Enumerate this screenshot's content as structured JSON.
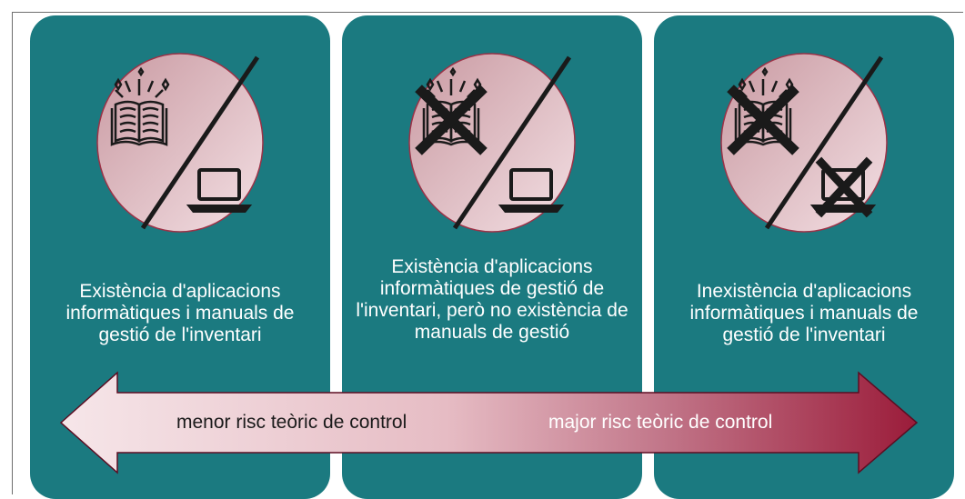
{
  "panels": [
    {
      "text": "Existència d'aplicacions informàtiques i manuals de gestió de l'inventari",
      "manual_crossed": false,
      "laptop_crossed": false
    },
    {
      "text": "Existència d'aplicacions informàtiques de gestió de l'inventari, però no existència de manuals de gestió",
      "manual_crossed": true,
      "laptop_crossed": false
    },
    {
      "text": "Inexistència d'aplicacions informàtiques i manuals de gestió de l'inventari",
      "manual_crossed": true,
      "laptop_crossed": true
    }
  ],
  "arrow": {
    "left_label": "menor risc teòric de control",
    "right_label": "major risc teòric de control"
  },
  "colors": {
    "panel_bg": "#1b7a80",
    "circle_light": "#f3dfe3",
    "circle_dark": "#c99aa2",
    "circle_border": "#9b3247",
    "arrow_light": "#f6e6e9",
    "arrow_dark": "#9b1c3a",
    "icon_stroke": "#1a1a1a"
  }
}
